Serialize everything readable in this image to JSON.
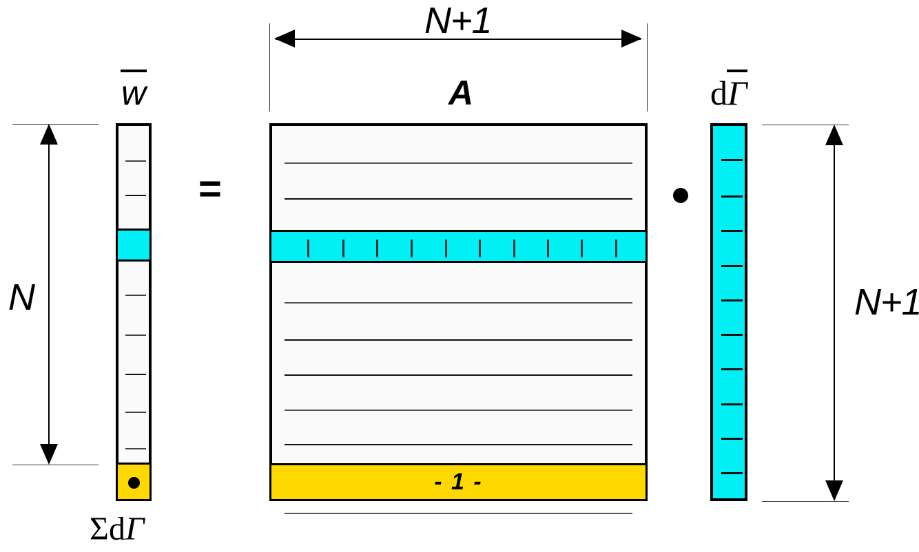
{
  "diagram": {
    "title": "Linear system w-bar = A dot dGamma-bar",
    "equation_symbol": "=",
    "dot_operator_symbol": "●",
    "colors": {
      "cyan": "#00f0f5",
      "yellow": "#ffd800",
      "cell_white": "#fafafa",
      "outline": "#000000",
      "rule": "#555555",
      "background": "#ffffff"
    }
  },
  "left_dimension": {
    "label": "N",
    "name": "row-count-of-w",
    "arrow_style": "double-headed-vertical"
  },
  "right_dimension": {
    "label": "N+1",
    "name": "row-count-of-dGamma",
    "arrow_style": "double-headed-vertical"
  },
  "top_dimension": {
    "label": "N+1",
    "name": "column-count-of-A",
    "arrow_style": "double-headed-horizontal"
  },
  "vector_w": {
    "symbol_base": "w",
    "symbol_overbar": true,
    "label_plain": "w̄",
    "footer_label": "ΣdΓ",
    "footer_sigma": "Σ",
    "footer_d": "d",
    "footer_gamma": "Γ",
    "cells": [
      {
        "kind": "plain",
        "tick": false
      },
      {
        "kind": "plain",
        "tick": true
      },
      {
        "kind": "plain",
        "tick": true
      },
      {
        "kind": "cyan",
        "tick": false
      },
      {
        "kind": "plain",
        "tick": true
      },
      {
        "kind": "plain",
        "tick": true
      },
      {
        "kind": "plain",
        "tick": true
      },
      {
        "kind": "plain",
        "tick": true
      },
      {
        "kind": "plain",
        "tick": true
      },
      {
        "kind": "yellow",
        "tick": false,
        "marker": "●"
      }
    ],
    "cyan_cell_index": 3,
    "yellow_cell_index": 9,
    "yellow_cell_marker": "●"
  },
  "matrix_A": {
    "symbol": "A",
    "style": "bold-italic",
    "interior_rule_count": 9,
    "cyan_row": {
      "name": "highlighted-row",
      "tick_count": 10
    },
    "bottom_row": {
      "name": "minus-one-row",
      "text": "- 1 -",
      "fill": "#ffd800"
    }
  },
  "vector_dGamma": {
    "symbol_d": "d",
    "symbol_gamma": "Γ",
    "symbol_overbar": true,
    "label_plain": "dΓ̄",
    "fill": "#00f0f5",
    "tick_count": 10
  },
  "chart_data": {
    "type": "diagram",
    "title": "Matrix equation block diagram",
    "relation": "w̄ = A · dΓ̄",
    "blocks": [
      {
        "name": "w̄",
        "rows": "N",
        "cols": 1,
        "highlight_row": "cyan",
        "last_row": "yellow (ΣdΓ)"
      },
      {
        "name": "A",
        "rows": "N",
        "cols": "N+1",
        "highlight_row": "cyan",
        "last_row": "yellow (- 1 -)"
      },
      {
        "name": "dΓ̄",
        "rows": "N+1",
        "cols": 1,
        "fill": "cyan"
      }
    ],
    "annotations": [
      "N",
      "N+1",
      "N+1",
      "- 1 -",
      "ΣdΓ"
    ]
  }
}
